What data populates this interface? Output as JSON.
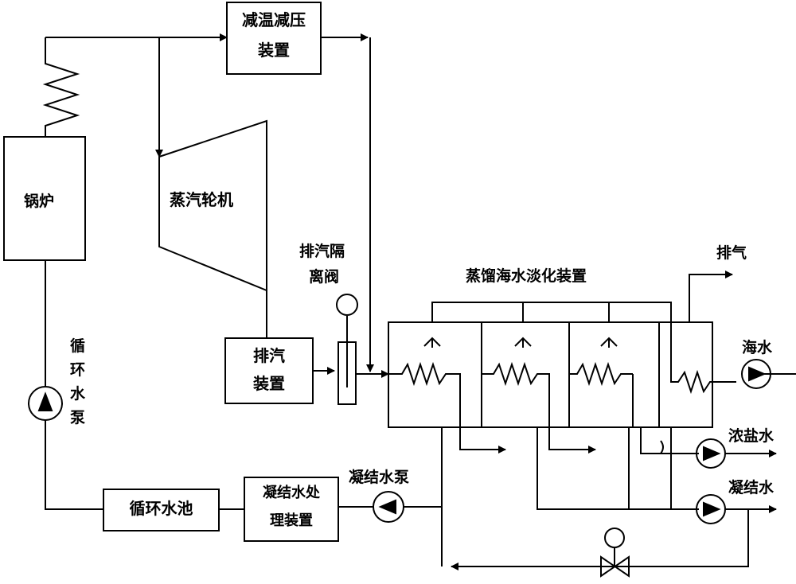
{
  "labels": {
    "boiler": "锅炉",
    "desuperheater_line1": "减温减压",
    "desuperheater_line2": "装置",
    "steam_turbine": "蒸汽轮机",
    "exhaust_valve_line1": "排汽隔",
    "exhaust_valve_line2": "离阀",
    "exhaust_device_line1": "排汽",
    "exhaust_device_line2": "装置",
    "desalination": "蒸馏海水淡化装置",
    "vent": "排气",
    "seawater": "海水",
    "brine": "浓盐水",
    "condensate": "凝结水",
    "circ_pump_chars": [
      "循",
      "环",
      "水",
      "泵"
    ],
    "circ_pool": "循环水池",
    "treatment_line1": "凝结水处",
    "treatment_line2": "理装置",
    "condensate_pump": "凝结水泵"
  }
}
